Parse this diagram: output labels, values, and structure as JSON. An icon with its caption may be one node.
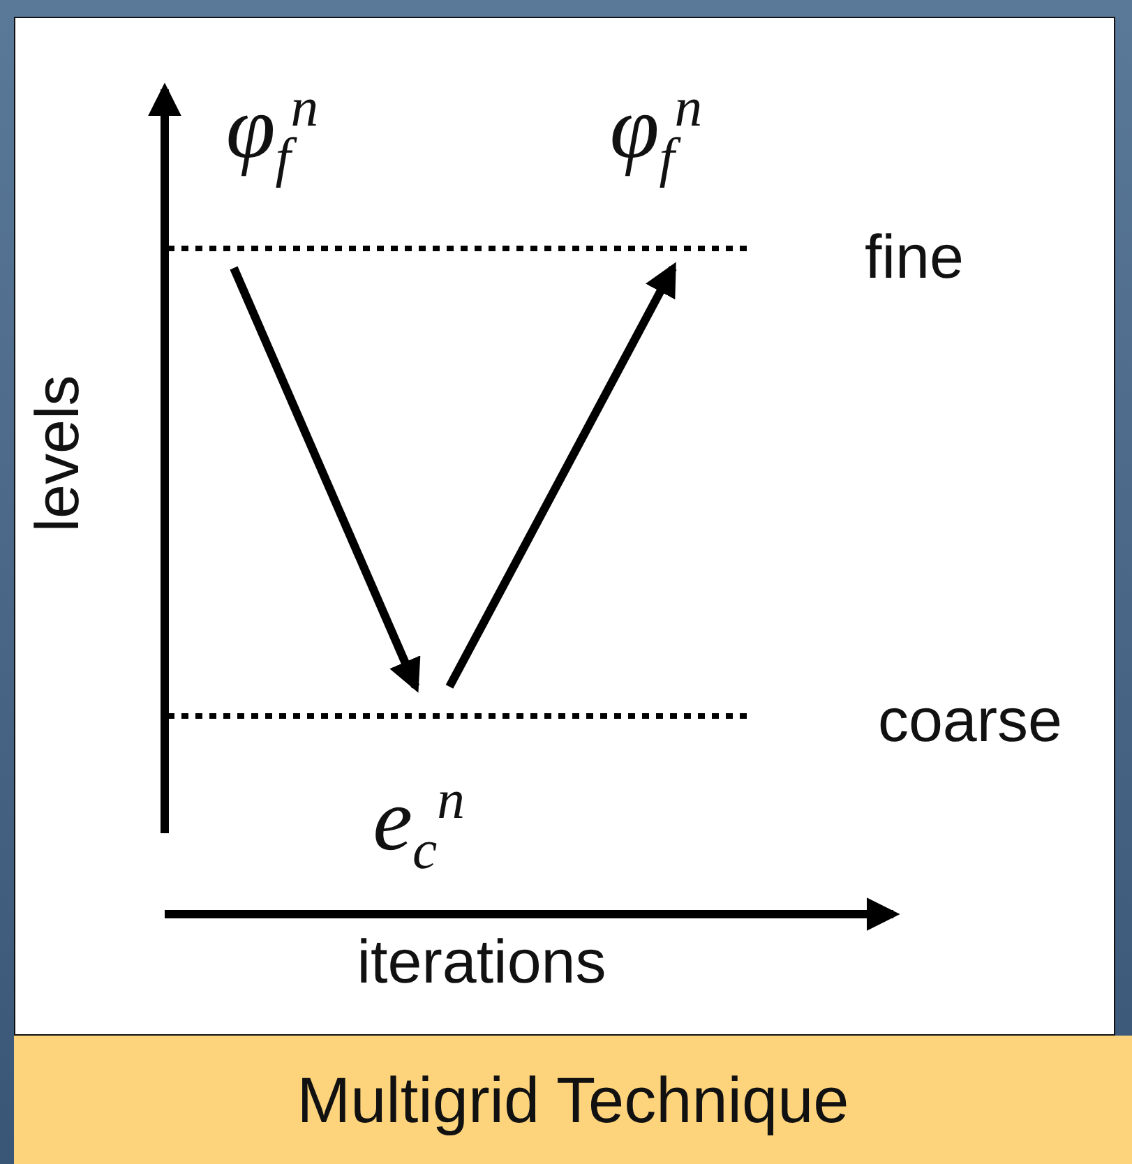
{
  "diagram": {
    "caption": "Multigrid Technique",
    "nodes": [
      {
        "text": [
          "φ$_{f}$$^{n}$"
        ]
      },
      {
        "text": [
          "e$_{c}$$^{n}$"
        ]
      },
      {
        "text": [
          "φ$_{f}$$^{n}$"
        ]
      }
    ],
    "edges": [
      {
        "from": 0,
        "to": 1,
        "arrow": "to"
      },
      {
        "from": 1,
        "to": 2,
        "arrow": "to"
      }
    ],
    "labels": [
      "fine",
      "levels",
      "coarse",
      "iterations"
    ]
  }
}
